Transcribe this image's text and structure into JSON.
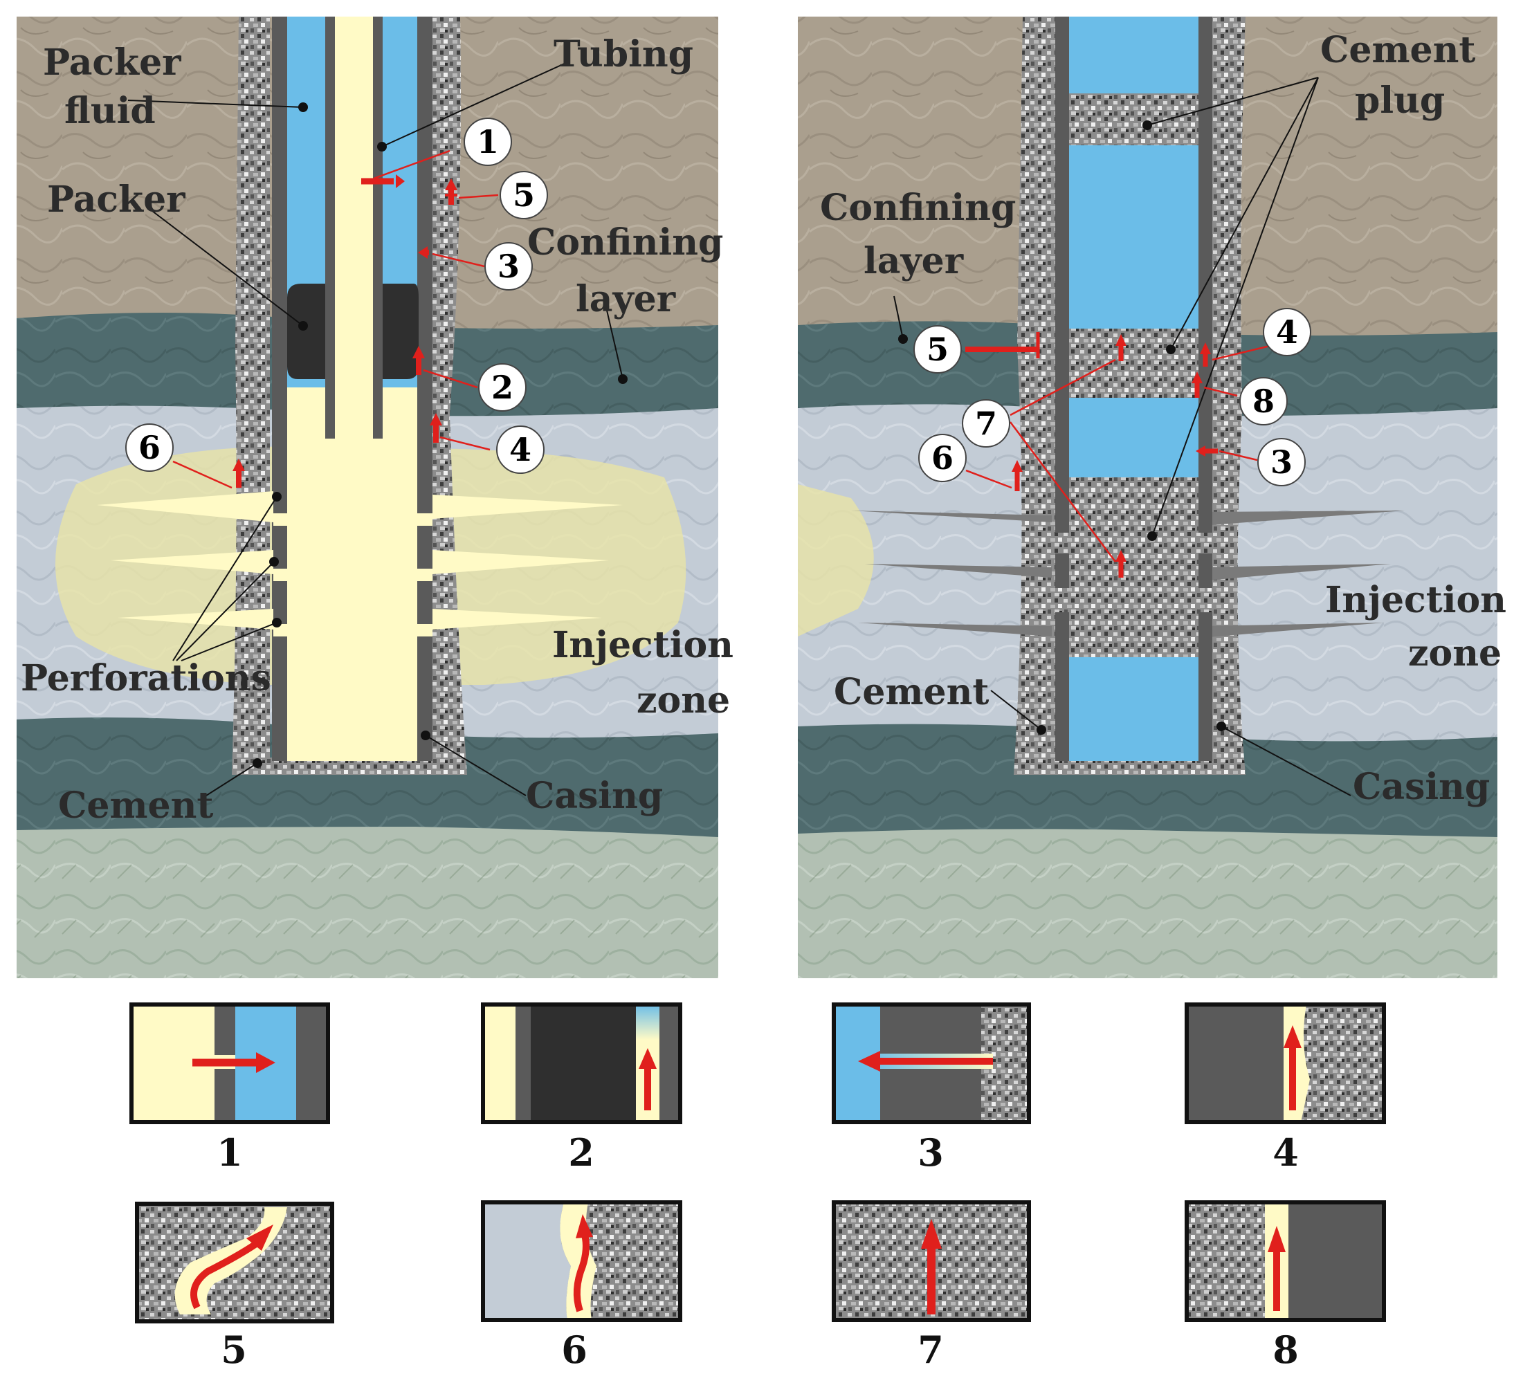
{
  "colors": {
    "confining_rock": "#aa9f8e",
    "seal_layer": "#4f6b6e",
    "injection_rock": "#c3ccd6",
    "basement_rock": "#b2c0b3",
    "cement": "#8f8f8f",
    "casing": "#5a5a5a",
    "packer_fluid": "#6bbde8",
    "injectate": "#fffac6",
    "packer": "#2f2f2f",
    "leak_arrow": "#e0201c",
    "callout_circle": "#ffffff"
  },
  "left_panel": {
    "labels": {
      "packer_fluid": [
        "Packer",
        "fluid"
      ],
      "tubing": "Tubing",
      "packer": "Packer",
      "confining_layer": [
        "Confining",
        "layer"
      ],
      "injection_zone": [
        "Injection",
        "zone"
      ],
      "perforations": "Perforations",
      "cement": "Cement",
      "casing": "Casing"
    },
    "callouts": [
      "1",
      "5",
      "3",
      "2",
      "4",
      "6"
    ]
  },
  "right_panel": {
    "labels": {
      "cement_plug": [
        "Cement",
        "plug"
      ],
      "confining_layer": [
        "Confining",
        "layer"
      ],
      "injection_zone": [
        "Injection",
        "zone"
      ],
      "cement": "Cement",
      "casing": "Casing"
    },
    "callouts": [
      "5",
      "4",
      "8",
      "7",
      "6",
      "3"
    ]
  },
  "legend": {
    "captions": [
      "1",
      "2",
      "3",
      "4",
      "5",
      "6",
      "7",
      "8"
    ]
  }
}
